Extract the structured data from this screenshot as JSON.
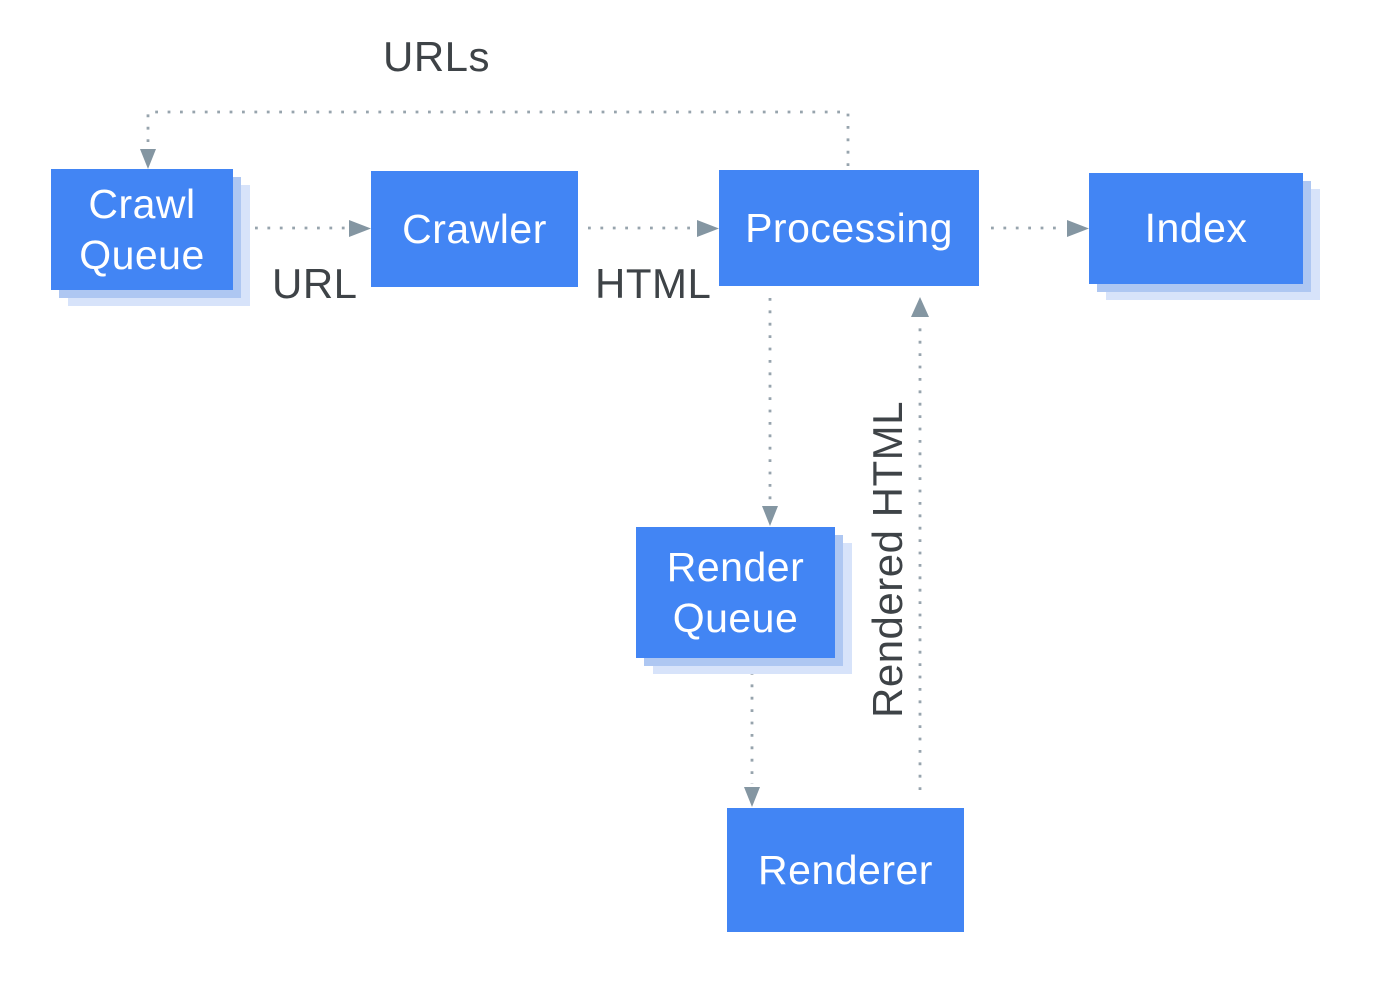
{
  "diagram": {
    "nodes": {
      "crawl_queue": {
        "label": "Crawl Queue"
      },
      "crawler": {
        "label": "Crawler"
      },
      "processing": {
        "label": "Processing"
      },
      "index": {
        "label": "Index"
      },
      "render_queue": {
        "label": "Render Queue"
      },
      "renderer": {
        "label": "Renderer"
      }
    },
    "edge_labels": {
      "urls": "URLs",
      "url": "URL",
      "html": "HTML",
      "rendered_html": "Rendered HTML"
    },
    "edges": [
      {
        "from": "processing",
        "to": "crawl_queue",
        "label": "URLs"
      },
      {
        "from": "crawl_queue",
        "to": "crawler",
        "label": "URL"
      },
      {
        "from": "crawler",
        "to": "processing",
        "label": "HTML"
      },
      {
        "from": "processing",
        "to": "index",
        "label": ""
      },
      {
        "from": "processing",
        "to": "render_queue",
        "label": ""
      },
      {
        "from": "render_queue",
        "to": "renderer",
        "label": ""
      },
      {
        "from": "renderer",
        "to": "processing",
        "label": "Rendered HTML"
      }
    ],
    "colors": {
      "node_fill": "#4285f4",
      "node_text": "#ffffff",
      "stack_shadow_mid": "#aec7f2",
      "stack_shadow_light": "#d7e3fa",
      "connector_dots": "#97a4ad",
      "arrowhead": "#8496a2",
      "label_text": "#3e4347",
      "background": "#ffffff"
    }
  }
}
